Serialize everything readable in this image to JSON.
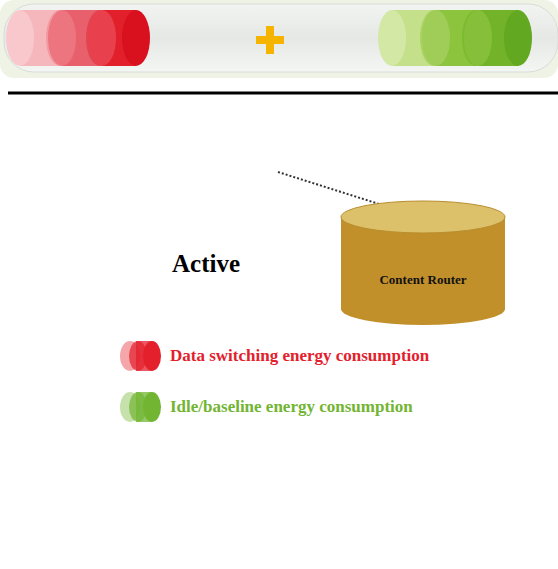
{
  "diagram": {
    "nodes": [
      {
        "text": [
          "Content Router"
        ]
      }
    ],
    "labels": [
      "Active"
    ],
    "legend": [
      {
        "text": "Data switching energy consumption",
        "color": "#e3202c"
      },
      {
        "text": "Idle/baseline energy consumption",
        "color": "#72b533"
      }
    ]
  }
}
